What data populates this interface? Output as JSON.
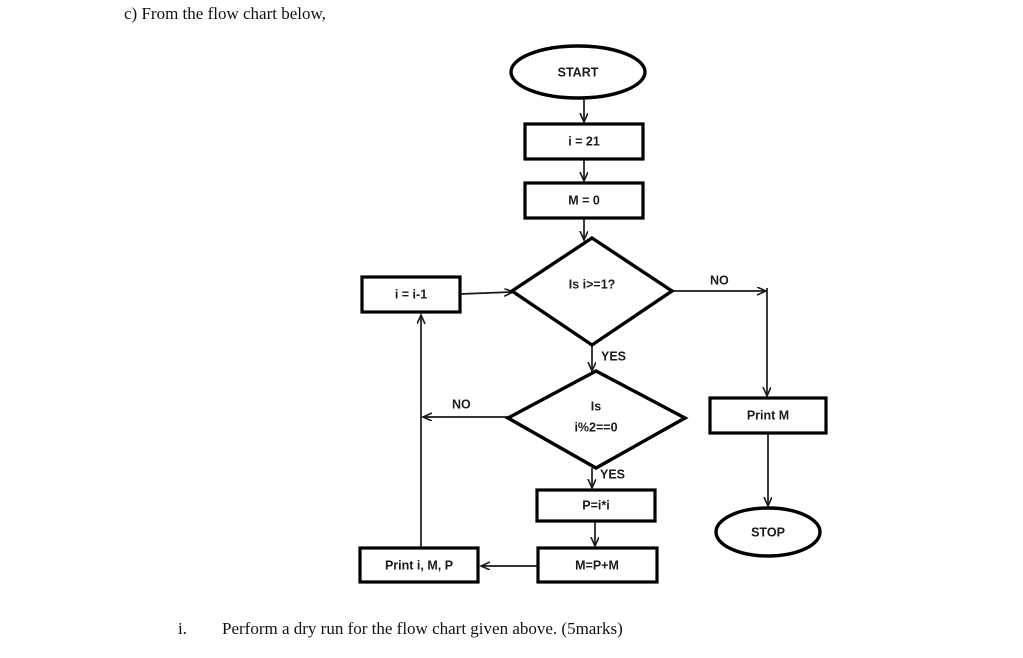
{
  "page": {
    "question_prefix": "c) From the flow chart below,",
    "subquestion_marker": "i.",
    "subquestion_text": "Perform a dry run for the flow chart given above. (5marks)"
  },
  "flowchart": {
    "nodes": {
      "start": {
        "label": "START",
        "shape": "oval"
      },
      "init_i": {
        "label": "i = 21",
        "shape": "process"
      },
      "init_m": {
        "label": "M = 0",
        "shape": "process"
      },
      "cond_i": {
        "label": "Is i>=1?",
        "shape": "decision"
      },
      "dec_i": {
        "label": "i = i-1",
        "shape": "process"
      },
      "cond_mod": {
        "label_line1": "Is",
        "label_line2": "i%2==0",
        "shape": "decision"
      },
      "calc_p": {
        "label": "P=i*i",
        "shape": "process"
      },
      "calc_m": {
        "label": "M=P+M",
        "shape": "process"
      },
      "print_loop": {
        "label": "Print i, M, P",
        "shape": "process"
      },
      "print_m": {
        "label": "Print M",
        "shape": "process"
      },
      "stop": {
        "label": "STOP",
        "shape": "oval"
      }
    },
    "edge_labels": {
      "cond_i_no": "NO",
      "cond_i_yes": "YES",
      "cond_mod_no": "NO",
      "cond_mod_yes": "YES"
    },
    "colors": {
      "stroke": "#000000",
      "connector": "#1a1a1a",
      "fill": "#ffffff"
    }
  }
}
